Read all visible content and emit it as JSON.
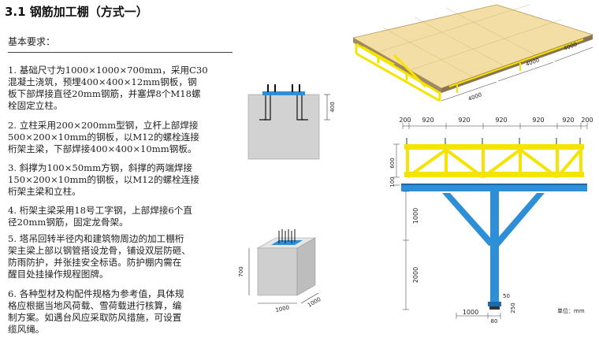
{
  "title": "3.1 钢筋加工棚（方式一）",
  "subhead": "基本要求：",
  "items": [
    {
      "lines": [
        "1. 基础尺寸为1000×1000×700mm，采用C30",
        "混凝土浇筑，预埋400×400×12mm钢板，钢",
        "板下部焊接直径20mm钢筋，并塞焊8个M18螺",
        "栓固定立柱。"
      ]
    },
    {
      "lines": [
        "2. 立柱采用200×200mm型钢，立杆上部焊接",
        "500×200×10mm的钢板，以M12的螺栓连接",
        "桁架主梁，下部焊接400×400×10mm钢板。"
      ]
    },
    {
      "lines": [
        "3. 斜撑为100×50mm方钢，斜撑的两端焊接",
        "150×200×10mm的钢板，以M12的螺栓连接",
        "桁架主梁和立柱。"
      ]
    },
    {
      "lines": [
        "4. 桁架主梁采用18号工字钢，上部焊接6个直",
        "径20mm钢筋，固定龙骨架。"
      ]
    },
    {
      "lines": [
        "5. 塔吊回转半径内和建筑物周边的加工棚桁",
        "架主梁上部以钢管搭设龙骨，铺设双层防砸、",
        "防雨防护，并张挂安全标语。防护棚内需在",
        "醒目处挂操作规程图牌。"
      ]
    },
    {
      "lines": [
        "6. 各种型材及构配件规格为参考值，具体规",
        "格应根据当地风荷载、雪荷载进行核算，编",
        "制方案。如遇台风应采取防风措施，可设置",
        "缆风绳。"
      ]
    }
  ],
  "foundation_section": {
    "dim": "400"
  },
  "foundation_3d": {
    "height": "700",
    "width1": "1000",
    "width2": "1000"
  },
  "shed_3d": {
    "dim_a": "4000",
    "dim_b": "4000",
    "dim_c": "4000"
  },
  "elevation": {
    "top_dims": [
      "200",
      "920",
      "920",
      "920",
      "920",
      "920",
      "200"
    ],
    "truss_height": "600",
    "beam_height": "100",
    "upper_col": "1000",
    "lower_col": "2000",
    "base_top": "50",
    "base_h": "250",
    "bottom_left": "1000",
    "bottom_mid": "80",
    "unit_note": "单位：mm"
  },
  "colors": {
    "yellow": "#f5e400",
    "blue": "#2f8fd6",
    "roof": "#f3dfa5",
    "concrete": "#d2d2d2"
  }
}
